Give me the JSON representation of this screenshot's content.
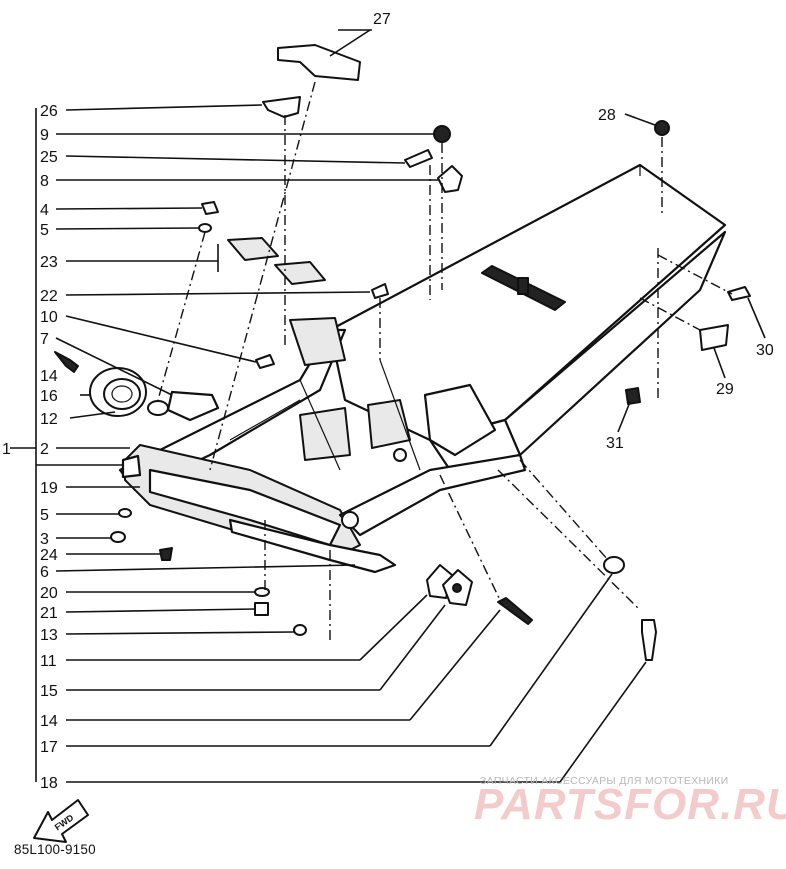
{
  "diagram": {
    "code": "85L100-9150",
    "fwd_label": "FWD",
    "watermark_small": "ЗАПЧАСТИ АКСЕССУАРЫ ДЛЯ МОТОТЕХНИКИ",
    "watermark_big": "PARTSFOR.RU",
    "callouts": {
      "c27": "27",
      "c26": "26",
      "c9": "9",
      "c25": "25",
      "c8": "8",
      "c4": "4",
      "c5a": "5",
      "c23": "23",
      "c22": "22",
      "c10": "10",
      "c7": "7",
      "c14a": "14",
      "c16": "16",
      "c12": "12",
      "c1": "1",
      "c2": "2",
      "c19": "19",
      "c5b": "5",
      "c3": "3",
      "c24": "24",
      "c6": "6",
      "c20": "20",
      "c21": "21",
      "c13": "13",
      "c11": "11",
      "c15": "15",
      "c14b": "14",
      "c17": "17",
      "c18": "18",
      "c28": "28",
      "c30": "30",
      "c29": "29",
      "c31": "31"
    }
  }
}
